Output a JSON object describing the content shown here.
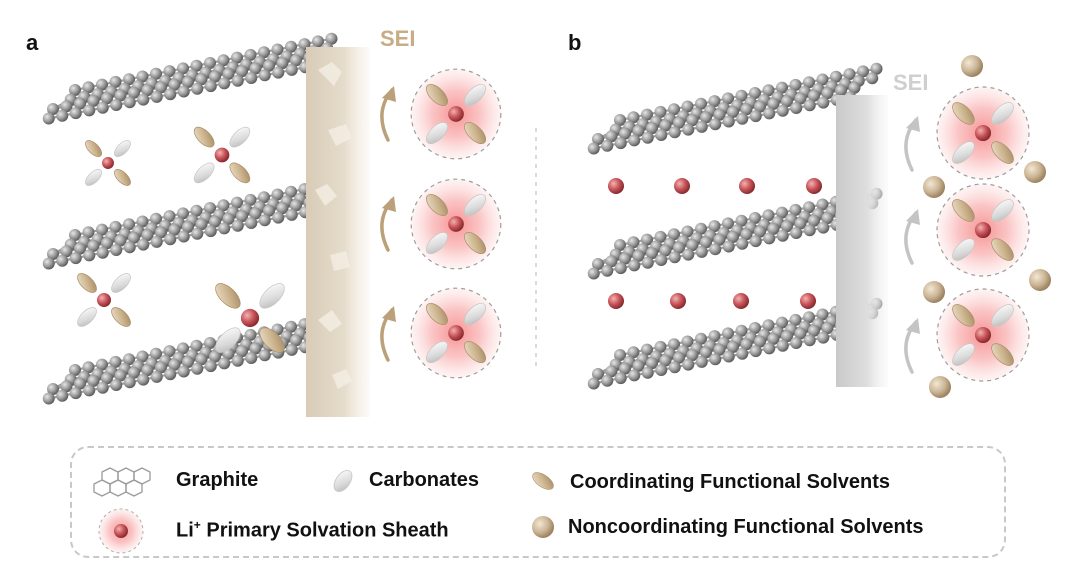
{
  "panels": {
    "a": {
      "label": "a",
      "sei_label": "SEI"
    },
    "b": {
      "label": "b",
      "sei_label": "SEI"
    }
  },
  "colors": {
    "graphite_atom": "#8f8f8f",
    "li_ion": "#c8555a",
    "solvation_glow": "#f7a8a8",
    "coordinating_solvent": "#c9b08e",
    "carbonate": "#d9d9d9",
    "sei_a": "#cfc0a8",
    "sei_b": "#cfcfcf",
    "arrow_a": "#bba17a",
    "arrow_b": "#c4c4c4",
    "noncoordinating_solvent": "#cdb89a"
  },
  "legend": {
    "graphite": "Graphite",
    "carbonates": "Carbonates",
    "coordinating": "Coordinating Functional Solvents",
    "li_main": "Li",
    "li_sup": "+",
    "li_rest": " Primary Solvation Sheath",
    "noncoordinating": "Noncoordinating Functional Solvents"
  }
}
